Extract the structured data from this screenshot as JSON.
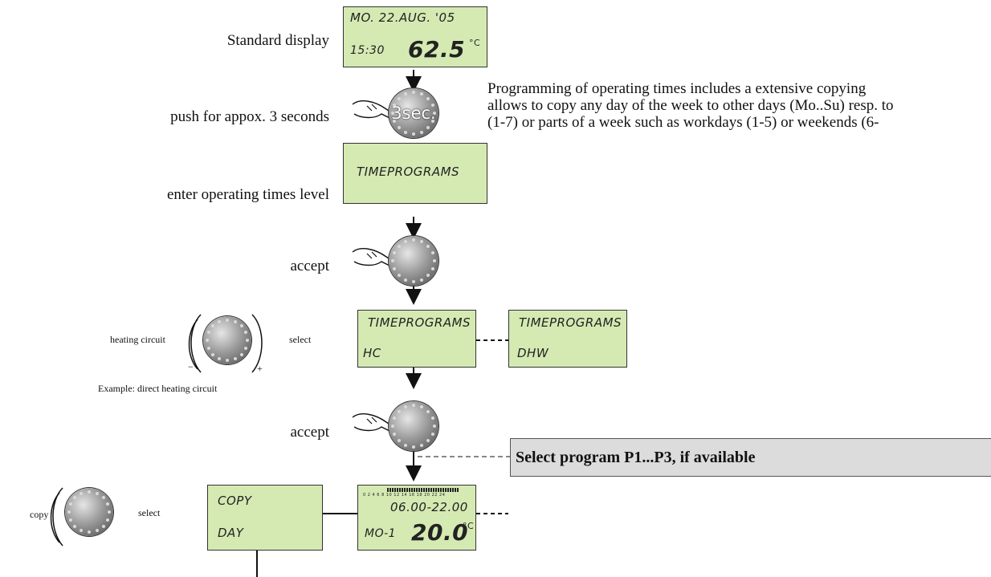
{
  "steps": {
    "standard_display": "Standard display",
    "push": "push for appox. 3 seconds",
    "enter_level": "enter operating times level",
    "accept_1": "accept",
    "select_1": "select",
    "accept_2": "accept",
    "select_2": "select"
  },
  "side_labels": {
    "heating_circuit": "heating circuit",
    "example": "Example: direct heating circuit",
    "copy": "copy",
    "knob_minus": "−",
    "knob_plus": "+"
  },
  "knob_press_label": "3sec.",
  "note_lines": [
    "Programming of operating times includes a extensive copying",
    "allows to copy any day of the week to other days (Mo..Su) resp. to",
    "(1-7) or parts of a week such as workdays (1-5) or weekends (6-"
  ],
  "program_box": "Select program P1...P3, if available",
  "lcd": {
    "standard_date": "MO.  22.AUG. '05",
    "standard_time": "15:30",
    "standard_temp": "62.5",
    "standard_unit": "°C",
    "timeprograms": "TIMEPROGRAMS",
    "hc_title": "TIMEPROGRAMS",
    "hc_value": "HC",
    "dhw_title": "TIMEPROGRAMS",
    "dhw_value": "DHW",
    "copy_line1": "COPY",
    "copy_line2": "DAY",
    "day_time": "06.00-22.00",
    "day_label": "MO-1",
    "day_temp": "20.0",
    "day_unit": "°C",
    "day_scale": "0   2   4   6   8  10  12  14  16  18  20  22  24"
  },
  "colors": {
    "lcd_bg": "#d5eab2",
    "program_box_bg": "#dcdcdc"
  }
}
